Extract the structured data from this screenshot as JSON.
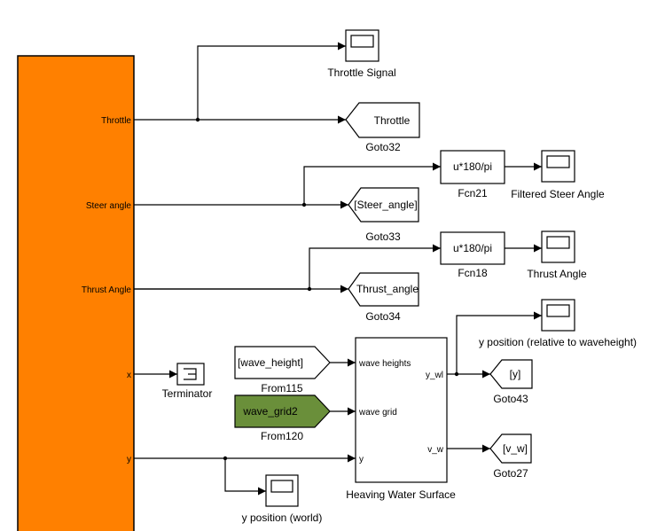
{
  "colors": {
    "subsystem_fill": "#ff8000",
    "line": "#000000",
    "block_fill": "#ffffff",
    "wave_grid_fill": "#6a8f3a",
    "scope_screen": "#ffffff"
  },
  "subsystem": {
    "ports": {
      "throttle": "Throttle",
      "steer": "Steer angle",
      "thrust": "Thrust Angle",
      "x": "x",
      "y": "y"
    }
  },
  "scopes": {
    "throttle_signal": "Throttle Signal",
    "filtered_steer": "Filtered Steer Angle",
    "thrust_angle": "Thrust Angle",
    "y_rel": "y position (relative to waveheight)",
    "y_world": "y position (world)"
  },
  "gotos": {
    "goto32": {
      "tag": "Throttle",
      "name": "Goto32"
    },
    "goto33": {
      "tag": "[Steer_angle]",
      "name": "Goto33"
    },
    "goto34": {
      "tag": "Thrust_angle",
      "name": "Goto34"
    },
    "goto43": {
      "tag": "[y]",
      "name": "Goto43"
    },
    "goto27": {
      "tag": "[v_w]",
      "name": "Goto27"
    }
  },
  "fcns": {
    "fcn21": {
      "expr": "u*180/pi",
      "name": "Fcn21"
    },
    "fcn18": {
      "expr": "u*180/pi",
      "name": "Fcn18"
    }
  },
  "froms": {
    "from115": {
      "tag": "[wave_height]",
      "name": "From115"
    },
    "from120": {
      "tag": "wave_grid2",
      "name": "From120"
    }
  },
  "terminator": {
    "name": "Terminator"
  },
  "heaving": {
    "name": "Heaving Water Surface",
    "in_wave_heights": "wave heights",
    "in_wave_grid": "wave grid",
    "in_y": "y",
    "out_y_wl": "y_wl",
    "out_v_w": "v_w"
  }
}
